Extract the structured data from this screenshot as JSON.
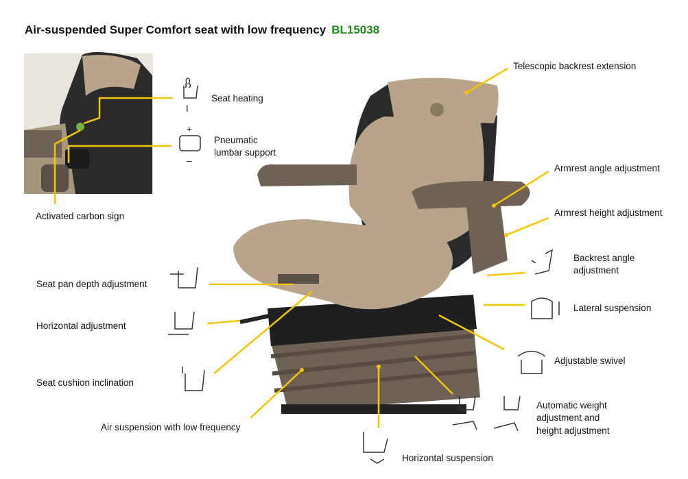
{
  "title": "Air-suspended Super Comfort seat with low frequency",
  "model_code": "BL15038",
  "colors": {
    "accent": "#f5c400",
    "code": "#1e8a1e",
    "fabric": "#b8a48a",
    "plastic": "#6e6254"
  },
  "labels": {
    "seat_heating": "Seat heating",
    "heating_on": "0",
    "heating_off": "I",
    "lumbar_1": "Pneumatic",
    "lumbar_2": "lumbar support",
    "lumbar_plus": "+",
    "lumbar_minus": "–",
    "carbon": "Activated carbon sign",
    "telescopic": "Telescopic backrest extension",
    "armrest_angle": "Armrest angle adjustment",
    "armrest_height": "Armrest height adjustment",
    "backrest_1": "Backrest angle",
    "backrest_2": "adjustment",
    "lateral": "Lateral suspension",
    "swivel": "Adjustable swivel",
    "auto_1": "Automatic weight",
    "auto_2": "adjustment and",
    "auto_3": "height adjustment",
    "horiz_susp": "Horizontal suspension",
    "air_susp": "Air suspension with low frequency",
    "cushion": "Seat cushion inclination",
    "horiz_adj": "Horizontal adjustment",
    "pan_depth": "Seat pan depth adjustment"
  }
}
